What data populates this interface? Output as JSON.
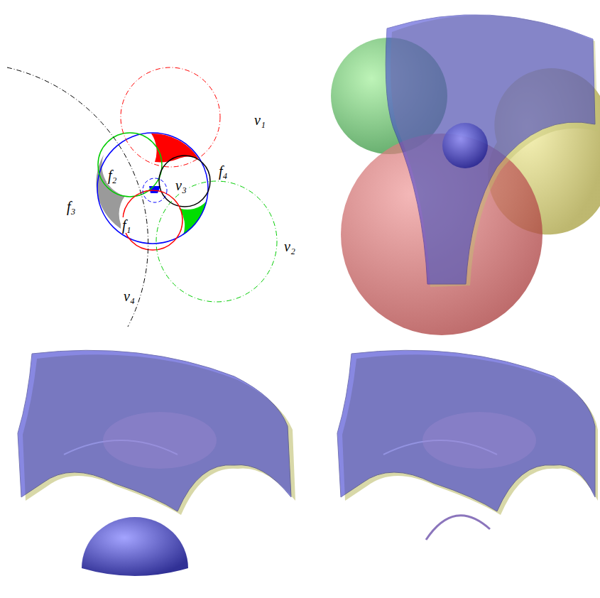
{
  "diagram": {
    "labels": [
      "v₁",
      "f₂",
      "v₃",
      "f₄",
      "f₃",
      "f₁",
      "v₂",
      "v₄"
    ]
  }
}
